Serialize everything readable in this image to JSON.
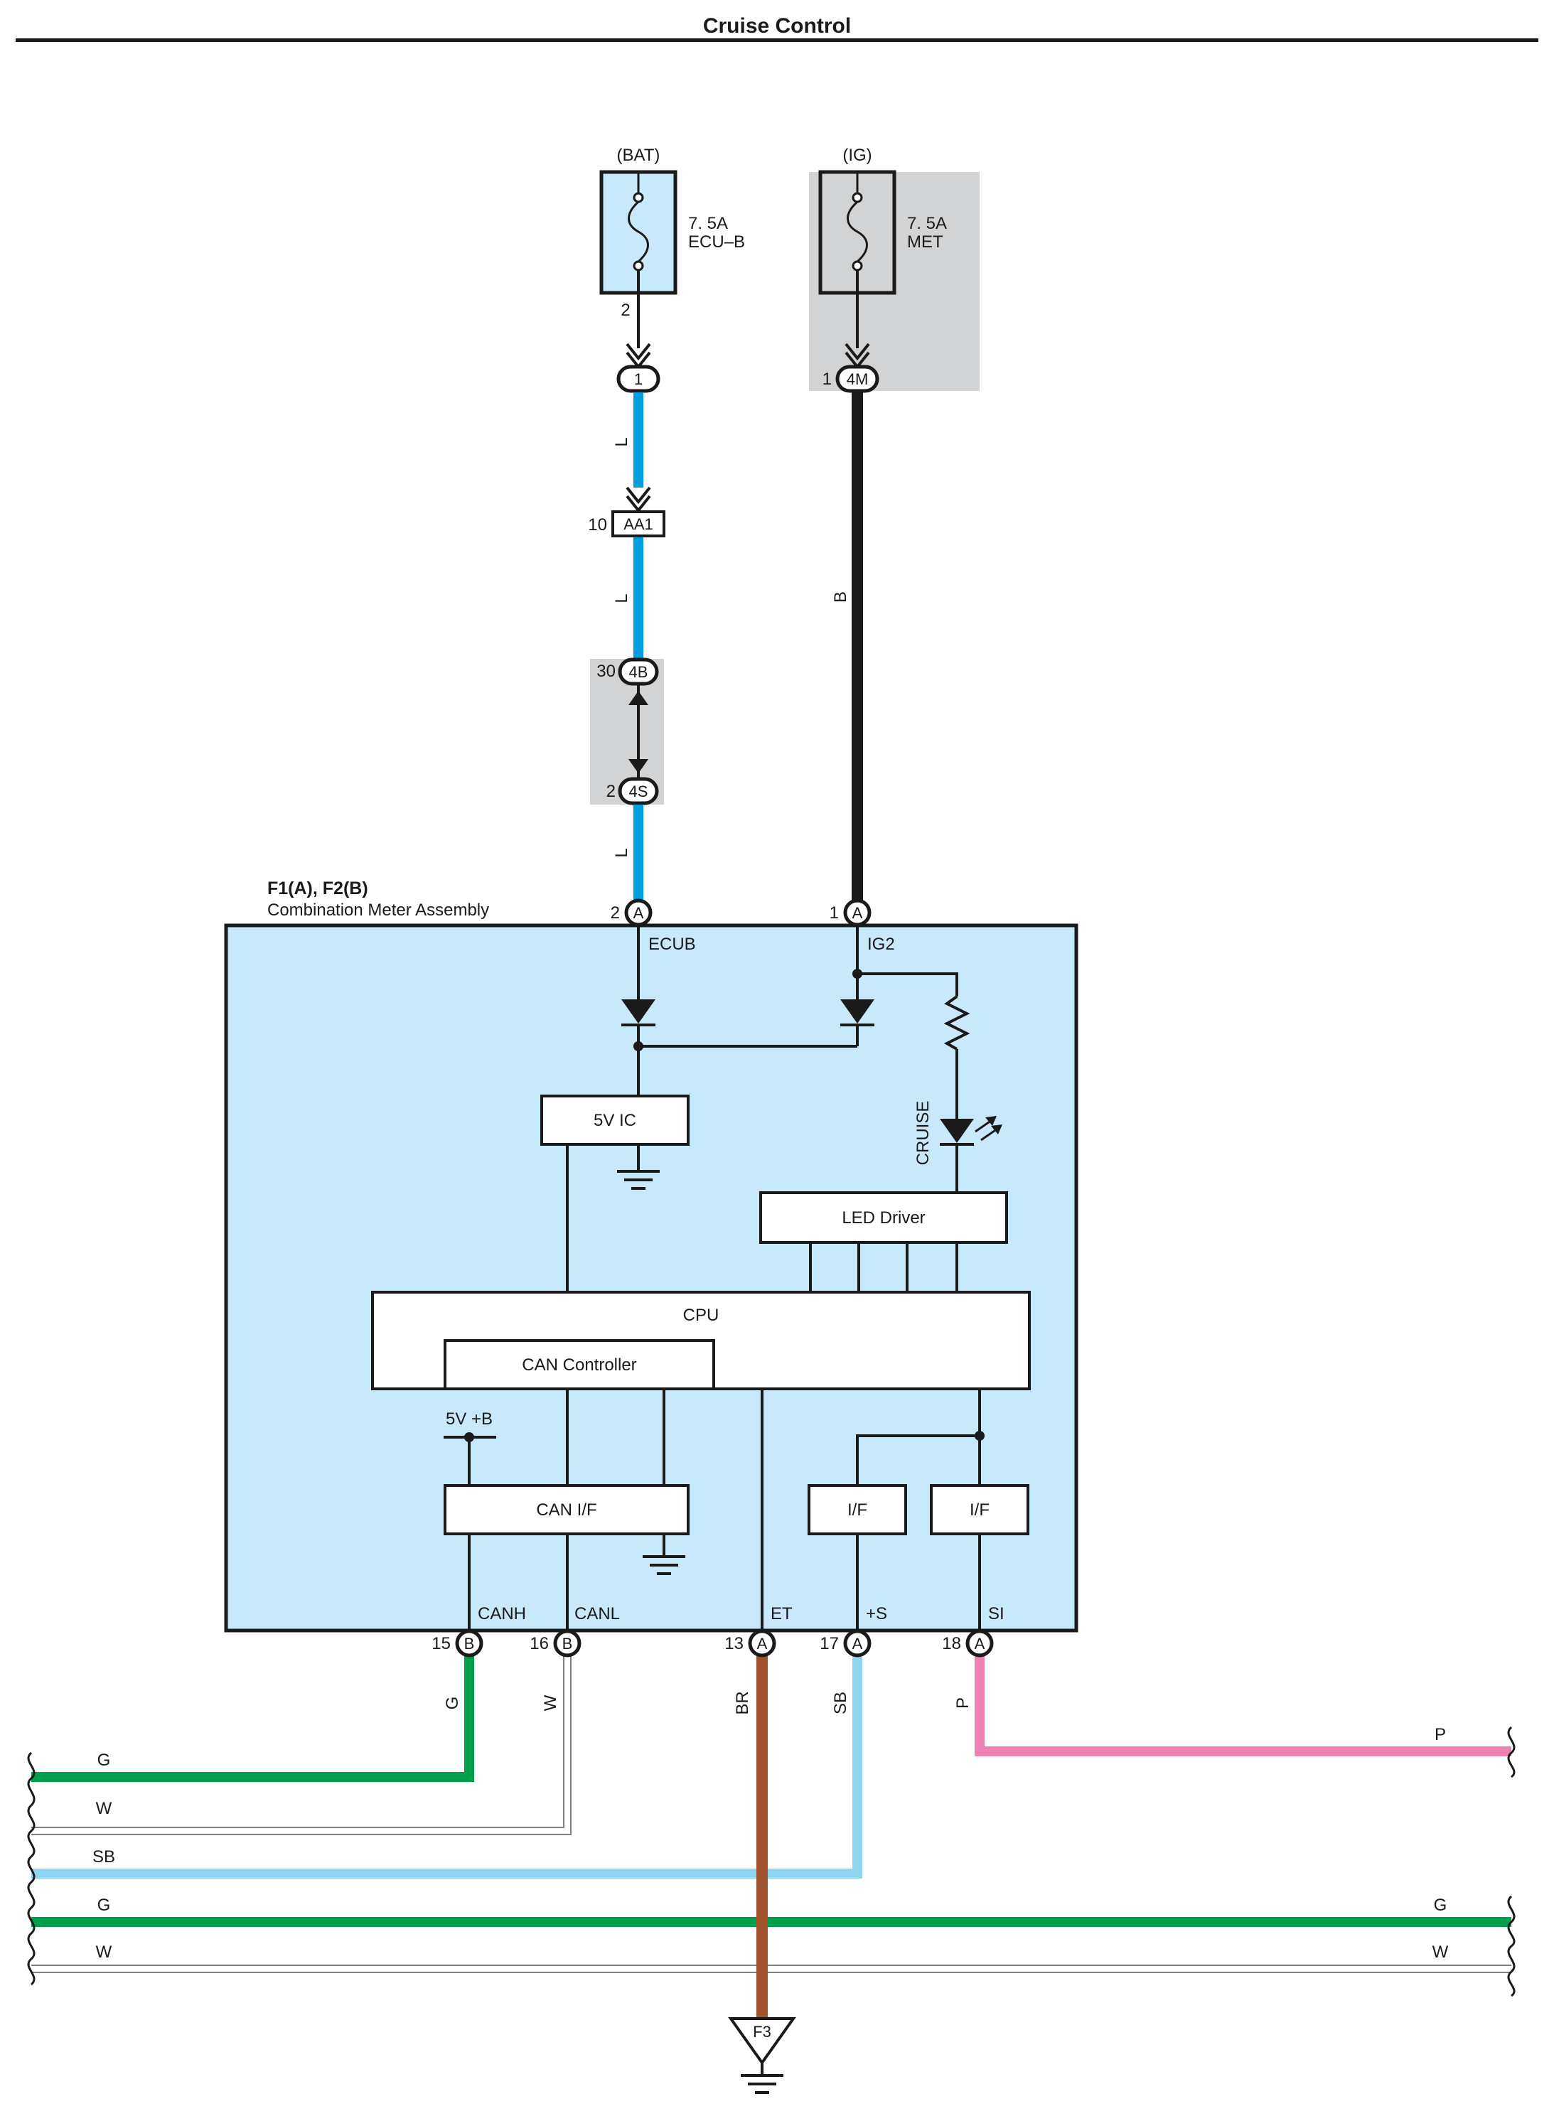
{
  "title": "Cruise Control",
  "fuses": {
    "bat": {
      "source": "(BAT)",
      "rating": "7. 5A",
      "name": "ECU–B",
      "pin": "2"
    },
    "ig": {
      "source": "(IG)",
      "rating": "7. 5A",
      "name": "MET"
    }
  },
  "connectors": {
    "j1": {
      "id": "1"
    },
    "m4": {
      "pin": "1",
      "id": "4M"
    },
    "aa1": {
      "pin": "10",
      "id": "AA1"
    },
    "b4": {
      "pin": "30",
      "id": "4B"
    },
    "s4": {
      "pin": "2",
      "id": "4S"
    }
  },
  "wires": {
    "l1": "L",
    "l2": "L",
    "l3": "L",
    "b": "B",
    "canh": "G",
    "canl": "W",
    "et": "BR",
    "splus": "SB",
    "si": "P"
  },
  "meter": {
    "ref": "F1(A), F2(B)",
    "name": "Combination Meter Assembly",
    "pins": {
      "ecub": {
        "num": "2",
        "conn": "A",
        "label": "ECUB"
      },
      "ig2": {
        "num": "1",
        "conn": "A",
        "label": "IG2"
      },
      "canh": {
        "num": "15",
        "conn": "B",
        "label": "CANH"
      },
      "canl": {
        "num": "16",
        "conn": "B",
        "label": "CANL"
      },
      "et": {
        "num": "13",
        "conn": "A",
        "label": "ET"
      },
      "splus": {
        "num": "17",
        "conn": "A",
        "label": "+S"
      },
      "si": {
        "num": "18",
        "conn": "A",
        "label": "SI"
      }
    },
    "blocks": {
      "ic5v": "5V IC",
      "led_driver": "LED Driver",
      "cpu": "CPU",
      "can_controller": "CAN Controller",
      "can_if": "CAN I/F",
      "if1": "I/F",
      "if2": "I/F",
      "v5b": "5V +B",
      "cruise": "CRUISE"
    }
  },
  "bus": {
    "left": [
      "G",
      "W",
      "SB",
      "G",
      "W"
    ],
    "right": [
      "P",
      "G",
      "W"
    ]
  },
  "ground": {
    "id": "F3"
  },
  "colors": {
    "L": "#00a0e0",
    "B": "#1a1a1a",
    "G": "#00a04a",
    "W": "#ffffff",
    "BR": "#a0522d",
    "SB": "#8ed6f2",
    "P": "#ee82b4",
    "assembly_fill": "#c7e9f9",
    "shade": "#d1d3d4"
  }
}
